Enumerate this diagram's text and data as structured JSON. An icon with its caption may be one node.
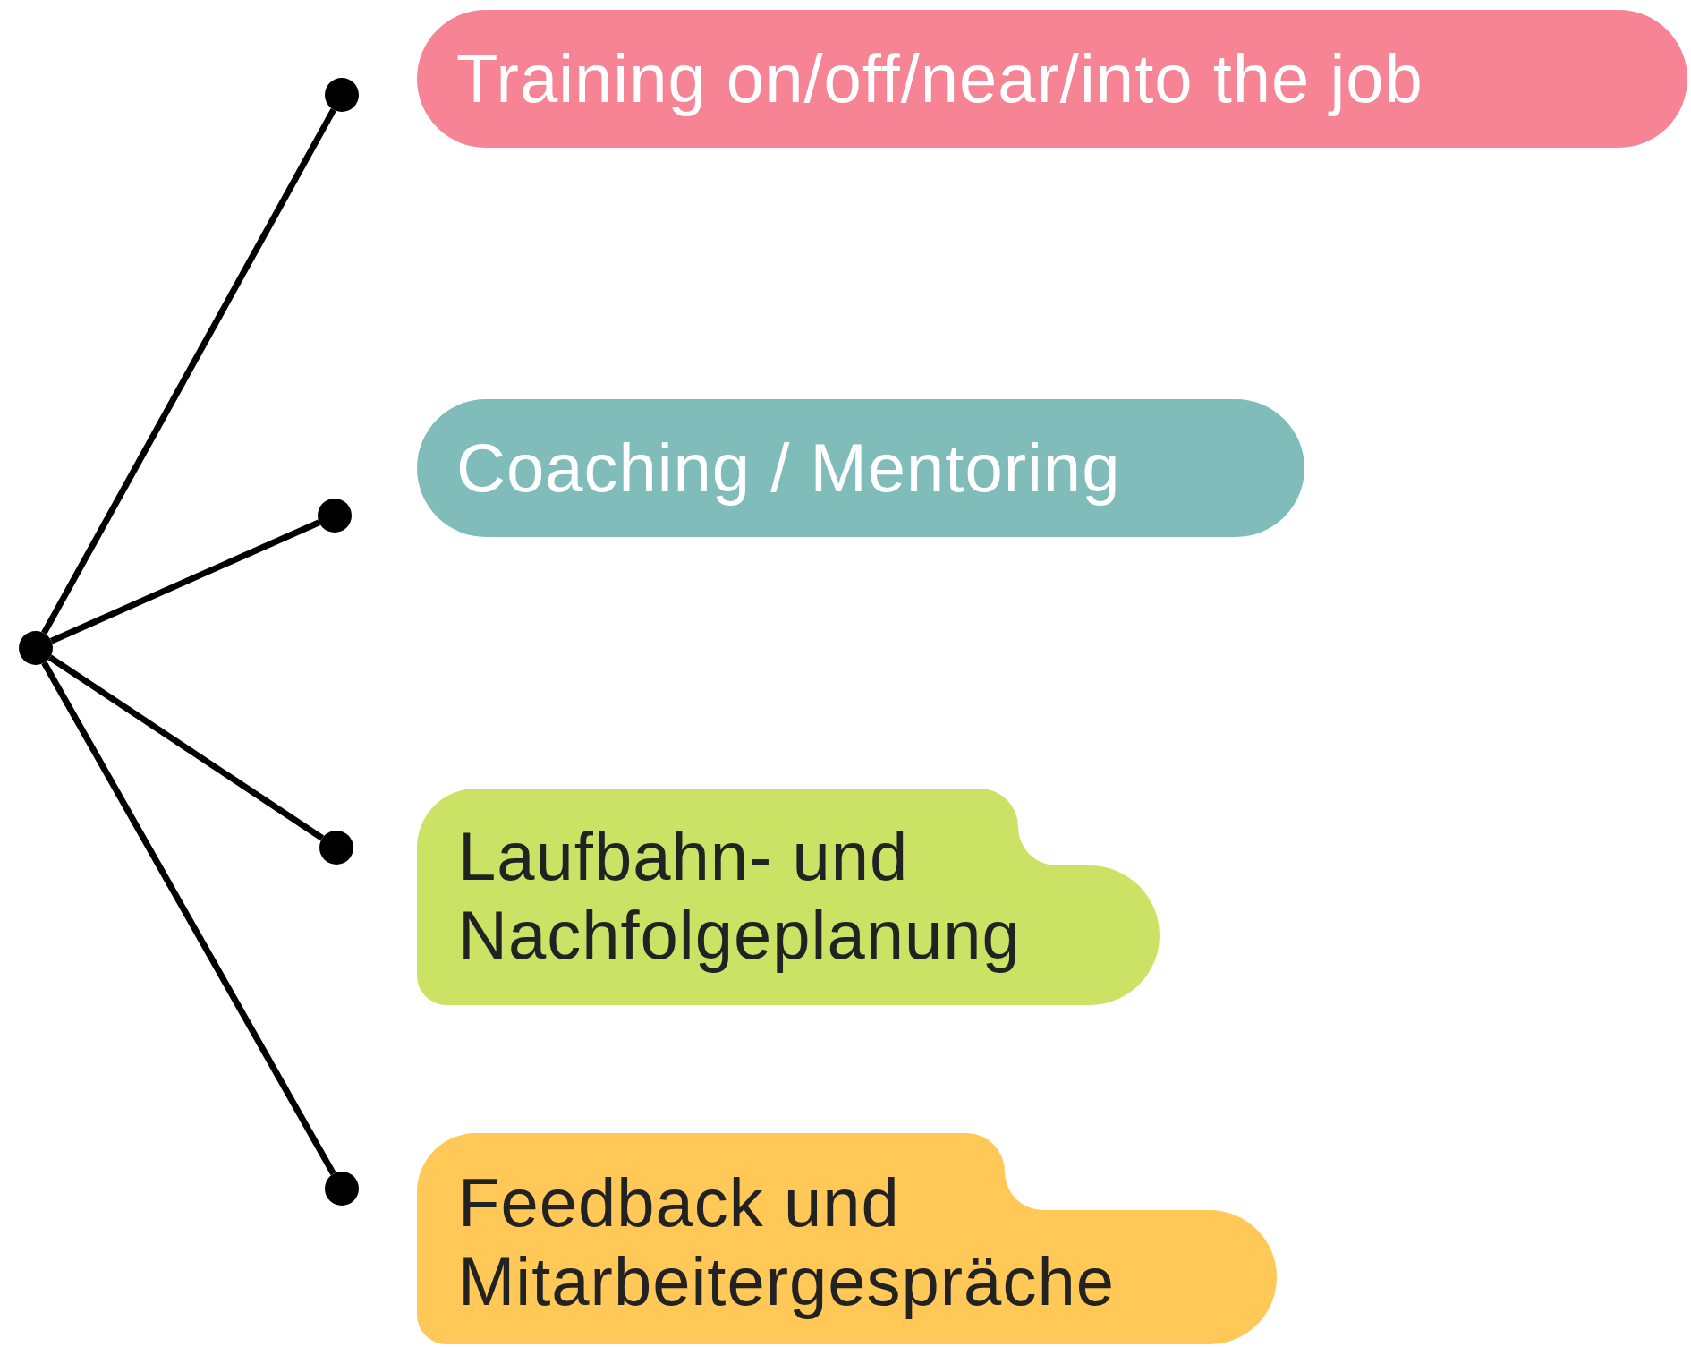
{
  "diagram": {
    "nodes": [
      {
        "text": [],
        "shape": "circle"
      },
      {
        "text": [],
        "shape": "circle"
      },
      {
        "text": [],
        "shape": "circle"
      },
      {
        "text": [],
        "shape": "circle"
      },
      {
        "text": [],
        "shape": "circle"
      },
      {
        "text": [
          "Training on/off/near/into the job"
        ]
      },
      {
        "text": [
          "Coaching / Mentoring"
        ]
      },
      {
        "text": [
          "Laufbahn- und Nachfolgeplanung"
        ]
      },
      {
        "text": [
          "Feedback und Mitarbeitergespräche"
        ]
      }
    ],
    "edges": [
      {
        "from": 0,
        "to": 1,
        "arrow": "none"
      },
      {
        "from": 0,
        "to": 2,
        "arrow": "none"
      },
      {
        "from": 0,
        "to": 3,
        "arrow": "none"
      },
      {
        "from": 0,
        "to": 4,
        "arrow": "none"
      }
    ]
  }
}
